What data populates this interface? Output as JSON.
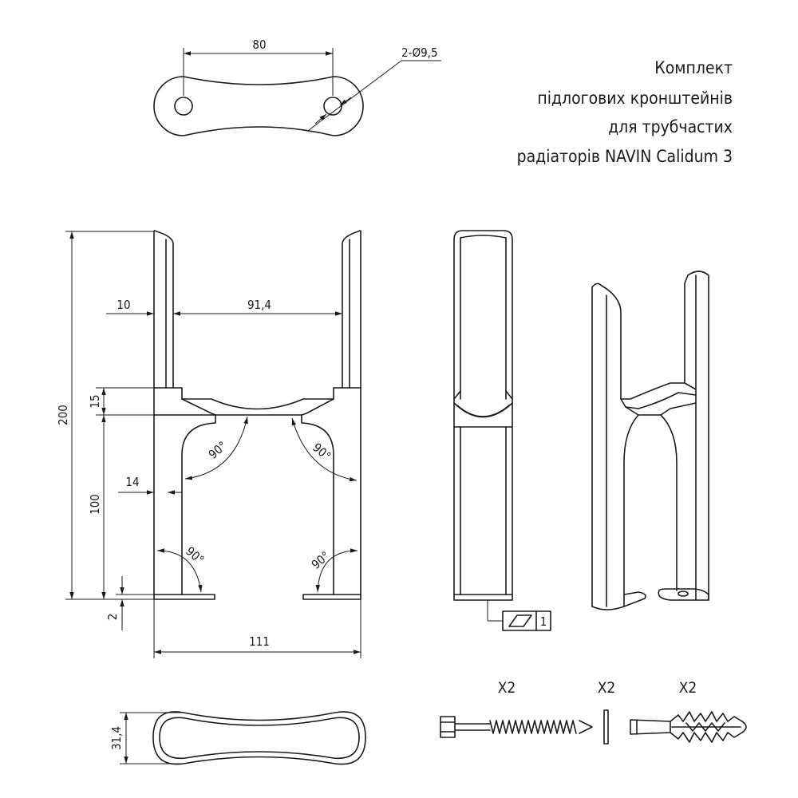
{
  "title": {
    "line1": "Комплект",
    "line2": "підлогових кронштейнів",
    "line3": "для трубчастих",
    "line4": "радіаторів NAVIN Calidum 3"
  },
  "dimensions": {
    "hole_spacing": "80",
    "hole_dia": "2-Ø9,5",
    "wall_thickness": "10",
    "inner_width": "91,4",
    "saddle_height": "15",
    "total_height": "200",
    "leg_height": "100",
    "leg_width": "14",
    "base_thickness": "2",
    "total_width": "111",
    "depth": "31,4",
    "angle": "90°"
  },
  "flatness_callout": {
    "symbol": "parallelogram-flatness-icon",
    "value": "1"
  },
  "hardware": {
    "bolt_qty": "X2",
    "washer_qty": "X2",
    "dowel_qty": "X2"
  }
}
